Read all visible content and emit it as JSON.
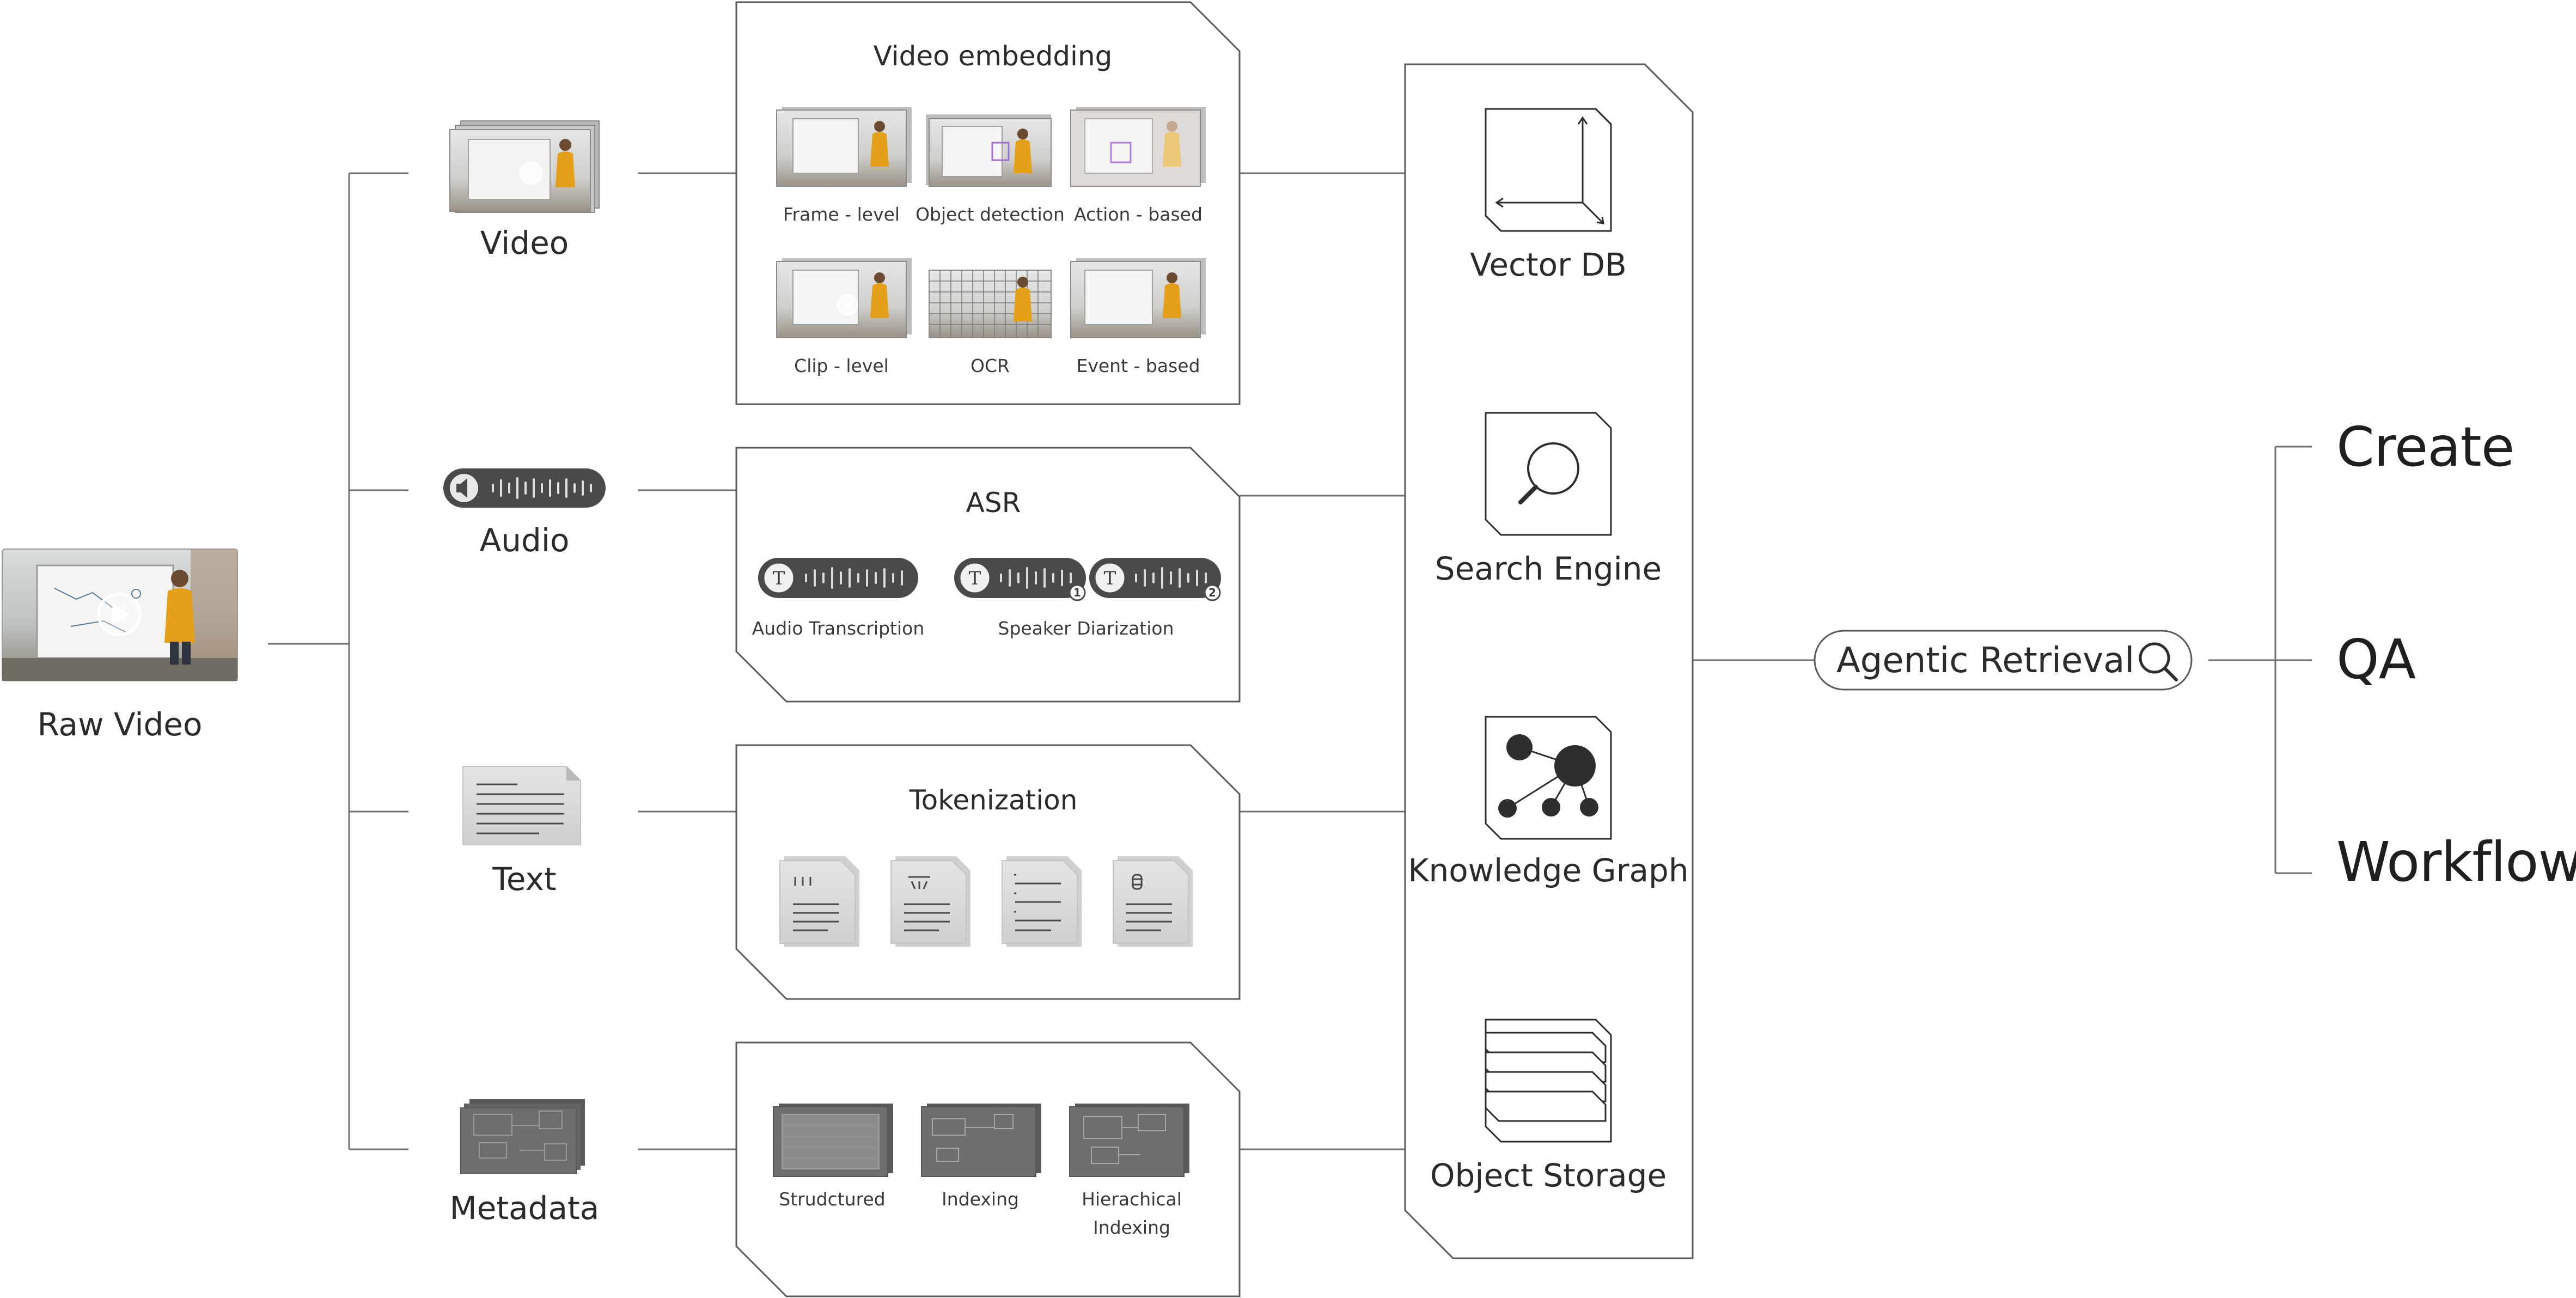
{
  "raw_video": {
    "label": "Raw Video"
  },
  "modalities": {
    "video": "Video",
    "audio": "Audio",
    "text": "Text",
    "metadata": "Metadata"
  },
  "video_embedding": {
    "title": "Video embedding",
    "items": [
      "Frame - level",
      "Object detection",
      "Action - based",
      "Clip - level",
      "OCR",
      "Event - based"
    ]
  },
  "asr": {
    "title": "ASR",
    "items": [
      "Audio Transcription",
      "Speaker Diarization"
    ],
    "speaker_numbers": [
      "1",
      "2"
    ]
  },
  "tokenization": {
    "title": "Tokenization"
  },
  "metadata_panel": {
    "items": [
      "Strudctured",
      "Indexing"
    ],
    "hierarchical": [
      "Hierachical",
      "Indexing"
    ]
  },
  "storage": {
    "items": [
      "Vector DB",
      "Search Engine",
      "Knowledge Graph",
      "Object Storage"
    ]
  },
  "retrieval": {
    "label": "Agentic Retrieval"
  },
  "outputs": [
    "Create",
    "QA",
    "Workflow"
  ],
  "colors": {
    "line": "#707070",
    "box_border": "#5a5a5a",
    "pill_dark": "#4a4a4a",
    "thumb_floor": "#8a7f70",
    "person": "#e3a018",
    "doc_fill": "#d9d9d9",
    "meta_fill": "#6e6e6e"
  }
}
